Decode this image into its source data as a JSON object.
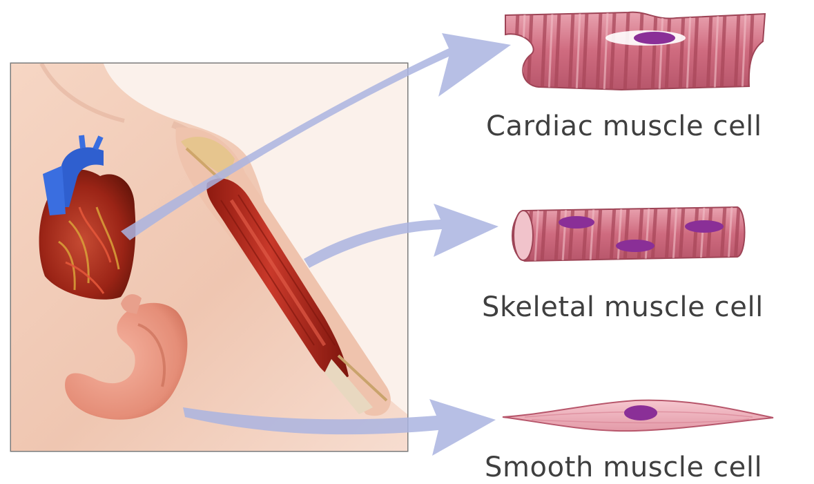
{
  "labels": {
    "cardiac": "Cardiac muscle cell",
    "skeletal": "Skeletal muscle cell",
    "smooth": "Smooth muscle cell"
  },
  "colors": {
    "arrow": "#aab4e0",
    "frame": "#7a7a7a",
    "skin": "#f0c9b4",
    "muscle": "#b72a1c",
    "heart": "#a2231a",
    "vessel": "#2f5fcf",
    "stomach": "#e99480",
    "cell_pink": "#d7798a",
    "cell_stripe": "#a8475a",
    "nucleus": "#8a2f97",
    "label_text": "#3f3f3f"
  },
  "icons": {
    "heart": "heart-illustration",
    "arm_muscle": "arm-muscle-illustration",
    "stomach": "stomach-illustration"
  }
}
